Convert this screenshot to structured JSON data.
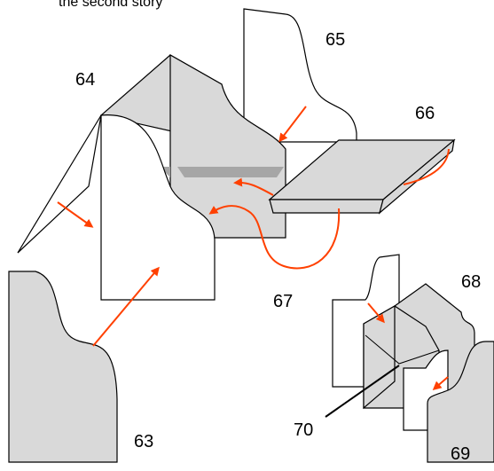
{
  "caption": "the second story",
  "labels": {
    "p63": "63",
    "p64": "64",
    "p65": "65",
    "p66": "66",
    "p67": "67",
    "p68": "68",
    "p69": "69",
    "p70": "70"
  },
  "colors": {
    "panel_fill": "#d9d9d9",
    "panel_dark": "#a6a6a6",
    "arrow": "#ff4000",
    "outline": "#000000",
    "white": "#ffffff"
  }
}
